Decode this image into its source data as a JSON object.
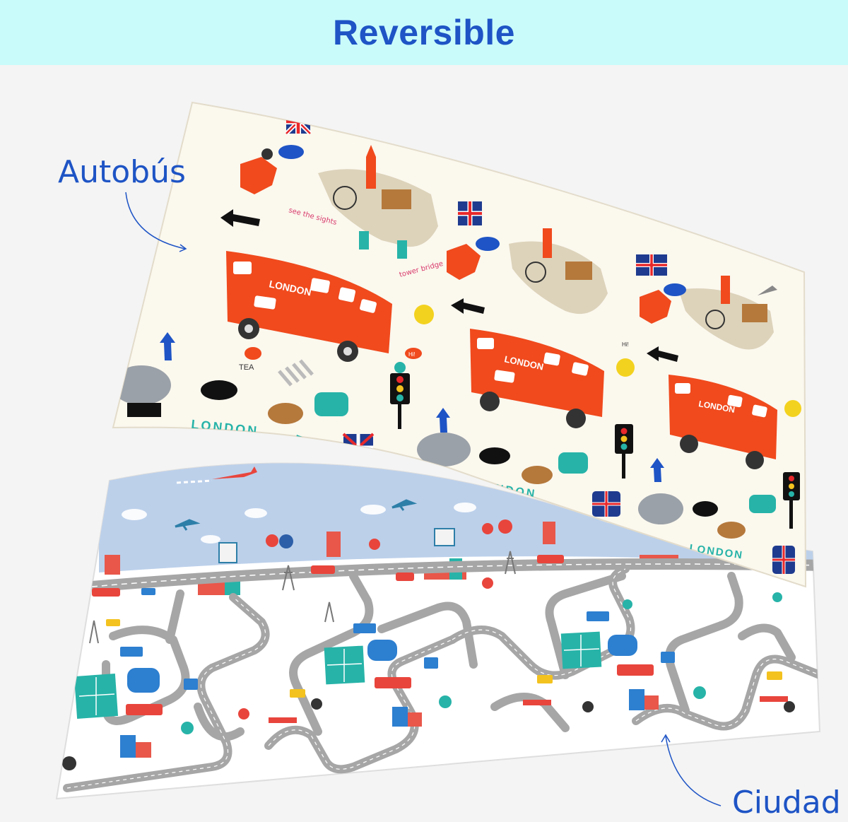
{
  "banner": {
    "title": "Reversible",
    "background": "#c9fbfb",
    "title_color": "#1e54c5"
  },
  "labels": {
    "side_a": "Autobús",
    "side_b": "Ciudad"
  },
  "mat_top": {
    "theme": "london-bus",
    "bus_text": "LONDON",
    "floor_text": "LONDON",
    "sign_tea": "TEA",
    "sign_hi": "Hi!",
    "sign_sights": "see the sights",
    "sign_bridge": "tower bridge",
    "accent": "#f04a1d"
  },
  "mat_bottom": {
    "theme": "city-roads",
    "sky": "#bcd0ea",
    "road": "#a6a6a6"
  },
  "icons": [
    "uk-flag-icon",
    "bus-icon",
    "traffic-light-icon",
    "arrow-icon",
    "sun-icon",
    "hippo-icon",
    "hedgehog-icon",
    "fox-icon",
    "airplane-icon",
    "tree-icon",
    "car-icon"
  ]
}
